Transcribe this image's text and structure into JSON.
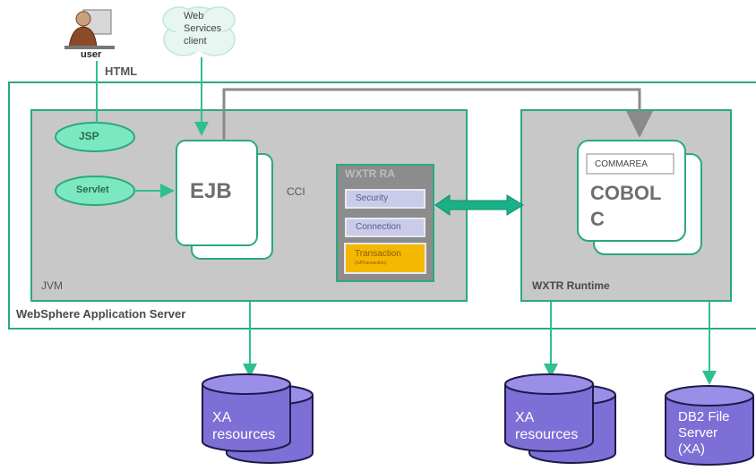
{
  "user": {
    "label": "user"
  },
  "html_label": "HTML",
  "cloud": {
    "label": "Web\nServices\nclient"
  },
  "was": {
    "label": "WebSphere Application Server"
  },
  "jvm": {
    "label": "JVM"
  },
  "jsp": {
    "label": "JSP"
  },
  "servlet": {
    "label": "Servlet"
  },
  "ejb": {
    "label": "EJB"
  },
  "cci": {
    "label": "CCI"
  },
  "wxtr_ra": {
    "title": "WXTR RA",
    "security": "Security",
    "connection": "Connection",
    "transaction": "Transaction",
    "transaction_sub": "(XATransaction)"
  },
  "runtime": {
    "label": "WXTR Runtime"
  },
  "commarea": {
    "label": "COMMAREA"
  },
  "cobol": {
    "line1": "COBOL",
    "line2": "C"
  },
  "xa_left": {
    "label": "XA\nresources"
  },
  "xa_right": {
    "label": "XA\nresources"
  },
  "db2": {
    "label": "DB2 File\nServer\n(XA)"
  },
  "colors": {
    "green_border": "#2aa882",
    "mint_fill": "#7ce8c0",
    "gray_box": "#c8c8c8",
    "dark_box": "#8c8c8c",
    "cylinder": "#7e6fd6",
    "transaction": "#f5b800"
  }
}
